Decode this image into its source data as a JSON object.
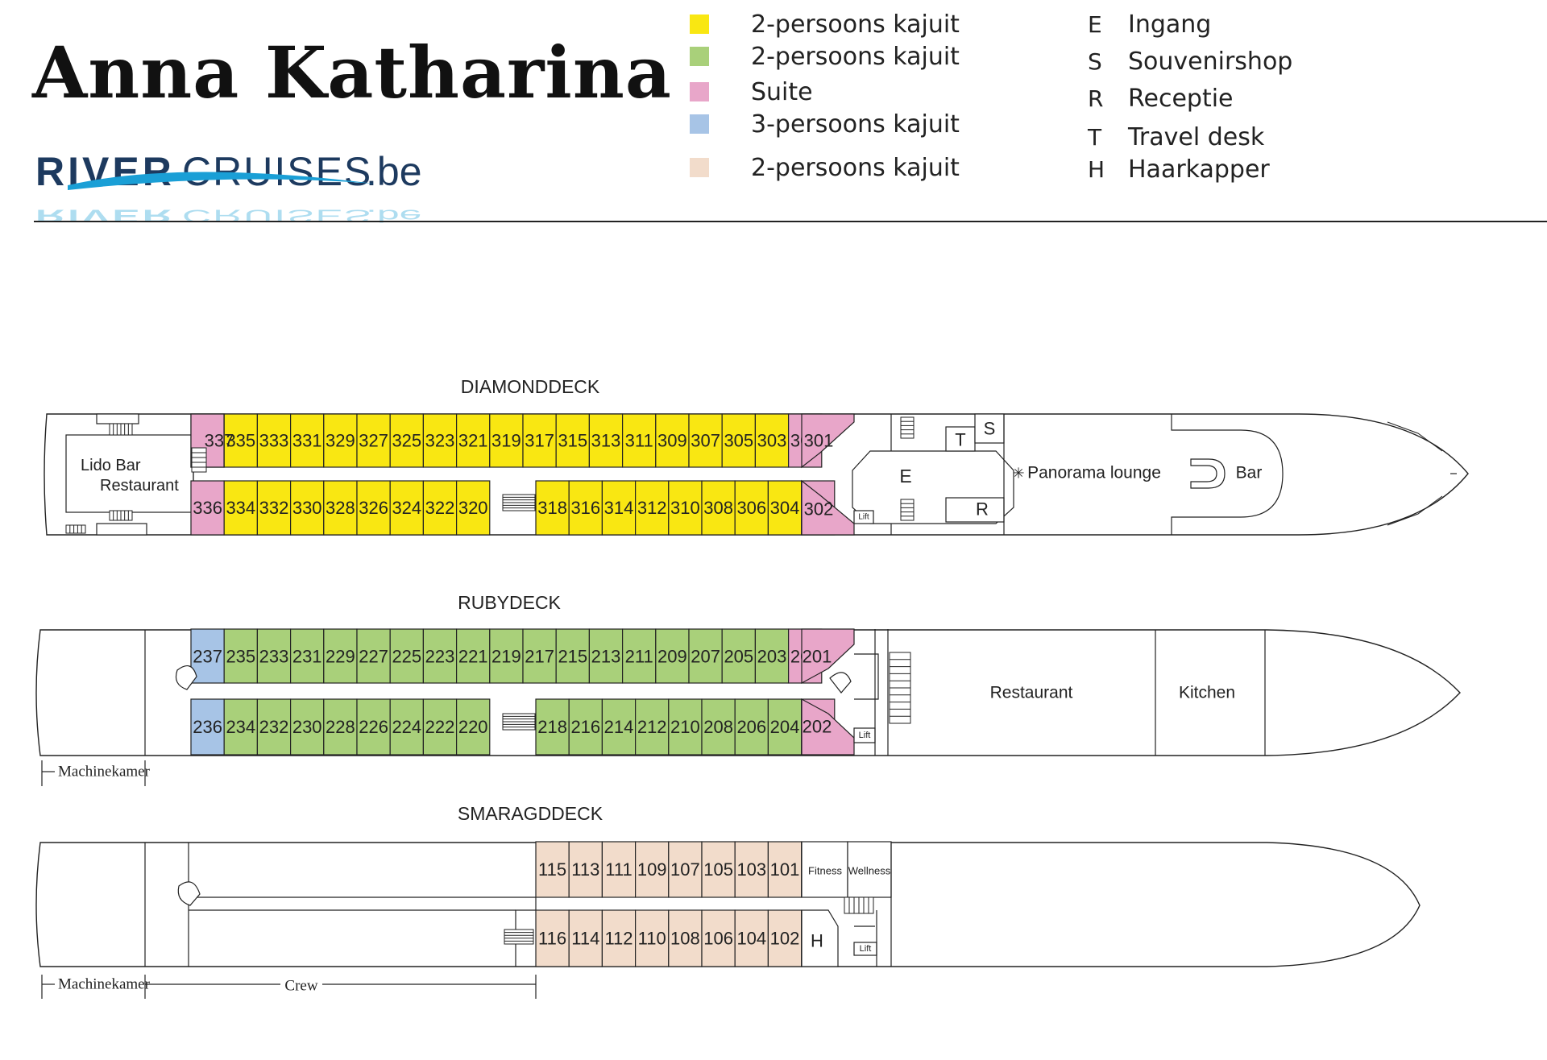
{
  "title": "Anna Katharina",
  "logo": {
    "river": "RIVER",
    "cruises": "CRUISES",
    "tld": ".be"
  },
  "colors": {
    "yellow": "#f9e712",
    "green": "#a9d07a",
    "pink": "#e8a6c9",
    "blue": "#a7c4e6",
    "beige": "#f2dccb",
    "logo_navy": "#1d3a5f",
    "logo_wave": "#1a9fd6"
  },
  "legend_cabins": [
    {
      "color": "#f9e712",
      "label": "2-persoons kajuit"
    },
    {
      "color": "#a9d07a",
      "label": "2-persoons kajuit"
    },
    {
      "color": "#e8a6c9",
      "label": "Suite"
    },
    {
      "color": "#a7c4e6",
      "label": "3-persoons kajuit"
    },
    {
      "color": "#f2dccb",
      "label": "2-persoons kajuit"
    }
  ],
  "legend_facilities": [
    {
      "key": "E",
      "label": "Ingang"
    },
    {
      "key": "S",
      "label": "Souvenirshop"
    },
    {
      "key": "R",
      "label": "Receptie"
    },
    {
      "key": "T",
      "label": "Travel desk"
    },
    {
      "key": "H",
      "label": "Haarkapper"
    }
  ],
  "decks": {
    "diamond": {
      "name": "DIAMONDDECK",
      "top_row": [
        "337",
        "335",
        "333",
        "331",
        "329",
        "327",
        "325",
        "323",
        "321",
        "319",
        "317",
        "315",
        "313",
        "311",
        "309",
        "307",
        "305",
        "303",
        "301"
      ],
      "bottom_row_aft": [
        "336",
        "334",
        "332",
        "330",
        "328",
        "326",
        "324",
        "322",
        "320"
      ],
      "bottom_row_fwd": [
        "318",
        "316",
        "314",
        "312",
        "310",
        "308",
        "306",
        "304",
        "302"
      ],
      "lido": [
        "Lido Bar",
        "Restaurant"
      ],
      "entrance": "E",
      "travel_desk": "T",
      "shop": "S",
      "reception": "R",
      "lift": "Lift",
      "lounge": "Panorama lounge",
      "bar": "Bar"
    },
    "ruby": {
      "name": "RUBYDECK",
      "top_row": [
        "237",
        "235",
        "233",
        "231",
        "229",
        "227",
        "225",
        "223",
        "221",
        "219",
        "217",
        "215",
        "213",
        "211",
        "209",
        "207",
        "205",
        "203",
        "201"
      ],
      "bottom_row_aft": [
        "236",
        "234",
        "232",
        "230",
        "228",
        "226",
        "224",
        "222",
        "220"
      ],
      "bottom_row_fwd": [
        "218",
        "216",
        "214",
        "212",
        "210",
        "208",
        "206",
        "204",
        "202"
      ],
      "lift": "Lift",
      "restaurant": "Restaurant",
      "kitchen": "Kitchen",
      "engine": "Machinekamer"
    },
    "smaragd": {
      "name": "SMARAGDDECK",
      "top_row": [
        "115",
        "113",
        "111",
        "109",
        "107",
        "105",
        "103",
        "101"
      ],
      "bottom_row": [
        "116",
        "114",
        "112",
        "110",
        "108",
        "106",
        "104",
        "102"
      ],
      "fitness": "Fitness",
      "wellness": "Wellness",
      "hairdresser": "H",
      "lift": "Lift",
      "engine": "Machinekamer",
      "crew": "Crew"
    }
  }
}
